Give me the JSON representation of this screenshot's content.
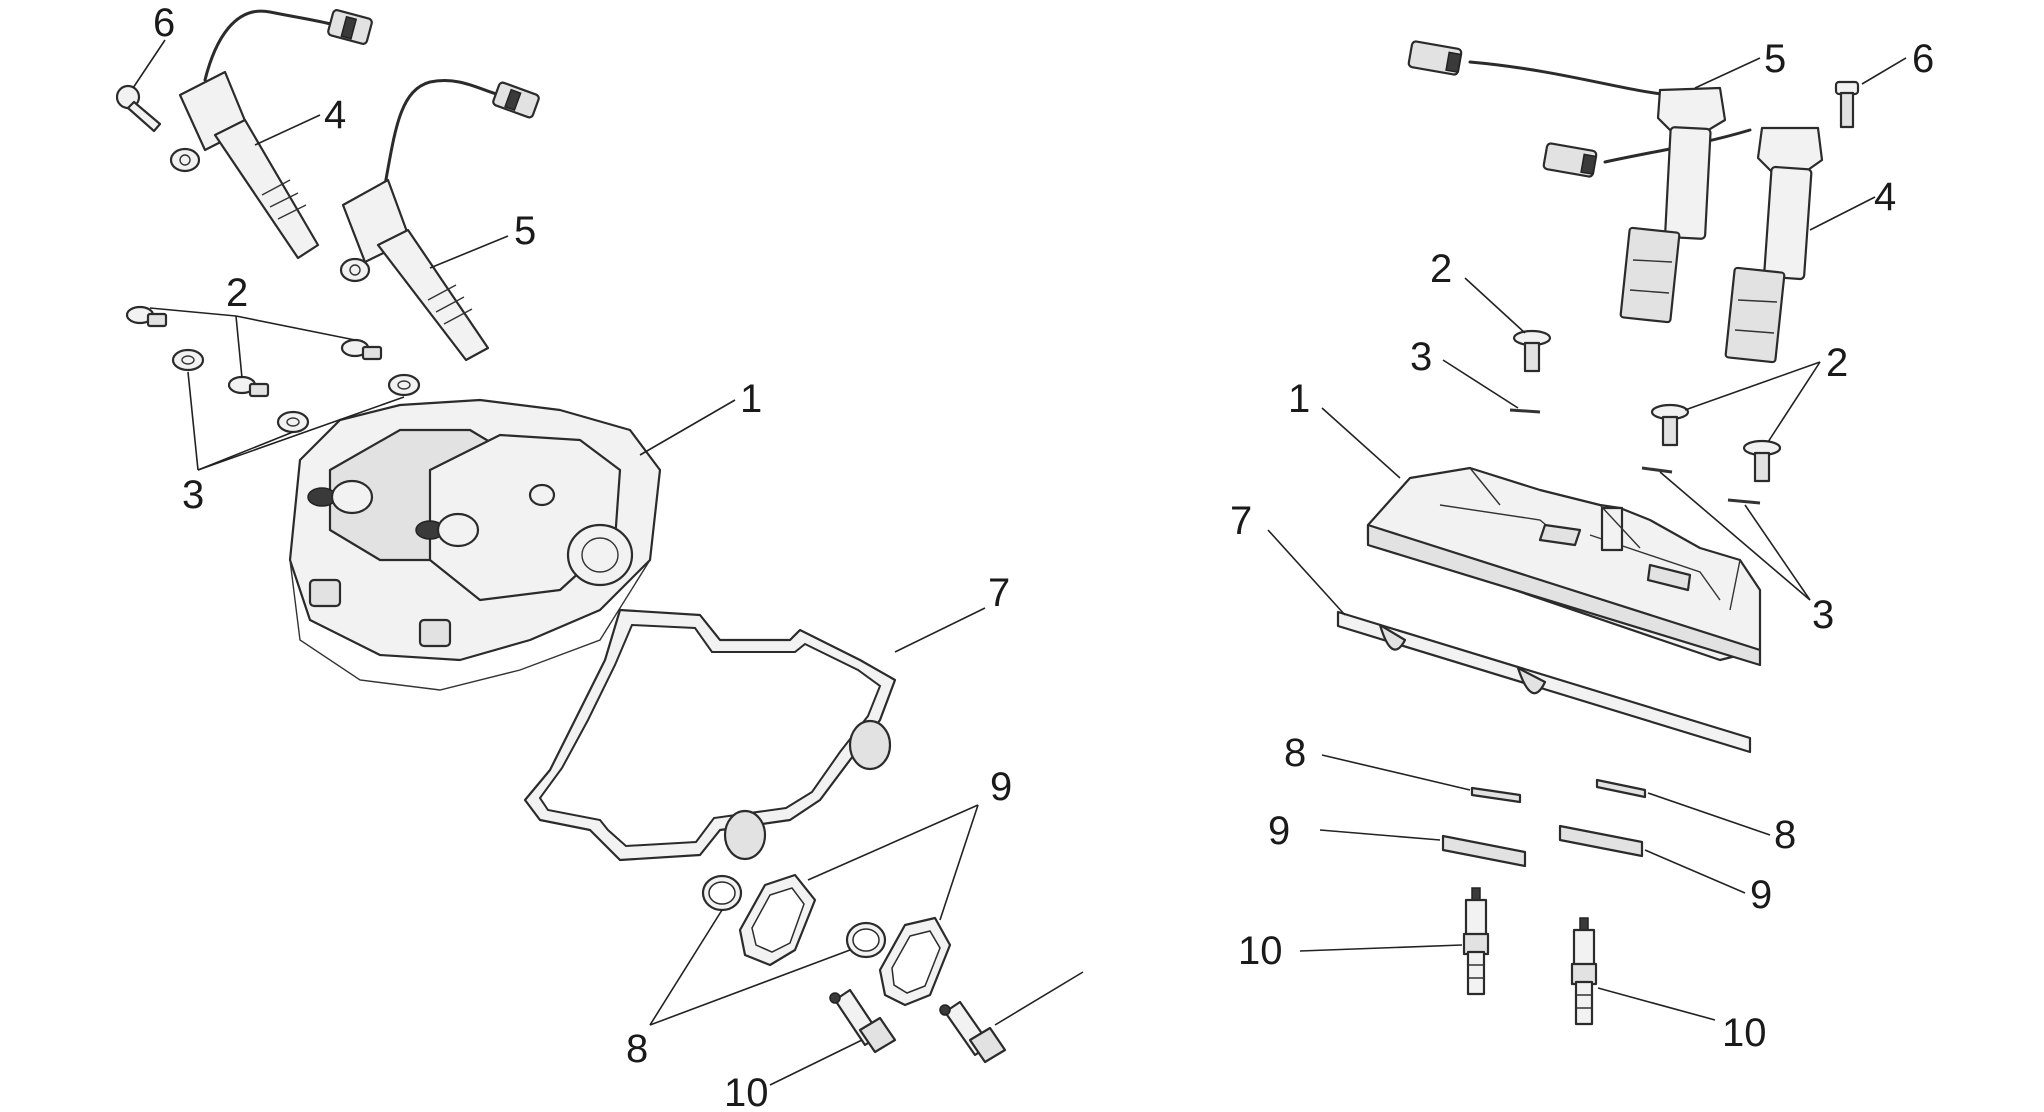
{
  "diagram": {
    "left_view": {
      "callouts": [
        "6",
        "4",
        "5",
        "2",
        "3",
        "1",
        "7",
        "9",
        "8",
        "10"
      ]
    },
    "right_view": {
      "callouts": [
        "5",
        "6",
        "4",
        "2",
        "3",
        "2",
        "1",
        "7",
        "3",
        "8",
        "8",
        "9",
        "9",
        "10",
        "10"
      ]
    }
  }
}
